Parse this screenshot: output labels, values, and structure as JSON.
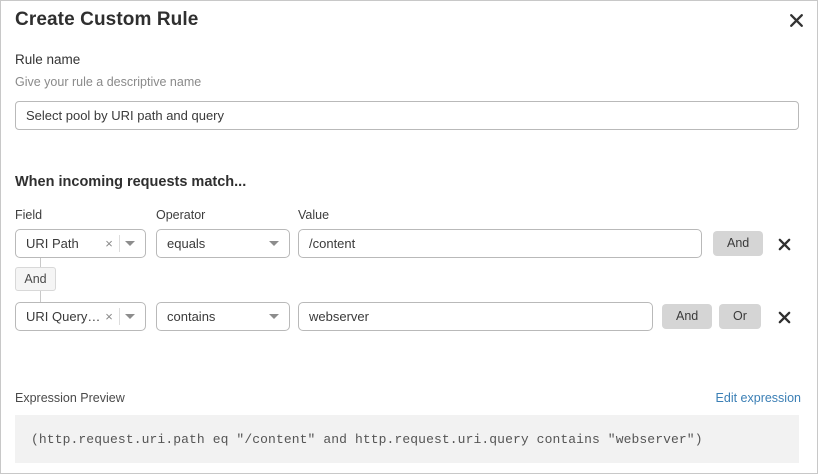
{
  "dialog": {
    "title": "Create Custom Rule",
    "close_icon": "close-icon"
  },
  "rule_name": {
    "label": "Rule name",
    "help": "Give your rule a descriptive name",
    "value": "Select pool by URI path and query",
    "placeholder": ""
  },
  "match_section": {
    "heading": "When incoming requests match...",
    "columns": {
      "field": "Field",
      "operator": "Operator",
      "value": "Value"
    },
    "connector": {
      "label": "And"
    },
    "rows": [
      {
        "field": "URI Path",
        "clear_icon": "×",
        "operator": "equals",
        "value": "/content",
        "buttons": [
          "And"
        ],
        "delete_icon": "close-icon"
      },
      {
        "field": "URI Query St...",
        "clear_icon": "×",
        "operator": "contains",
        "value": "webserver",
        "buttons": [
          "And",
          "Or"
        ],
        "delete_icon": "close-icon"
      }
    ]
  },
  "expression": {
    "label": "Expression Preview",
    "edit_link": "Edit expression",
    "code": "(http.request.uri.path eq \"/content\" and http.request.uri.query contains \"webserver\")"
  },
  "colors": {
    "link": "#3b7fb5",
    "button_bg": "#d5d5d5",
    "code_bg": "#f2f2f2",
    "border": "#b9b9b9"
  }
}
